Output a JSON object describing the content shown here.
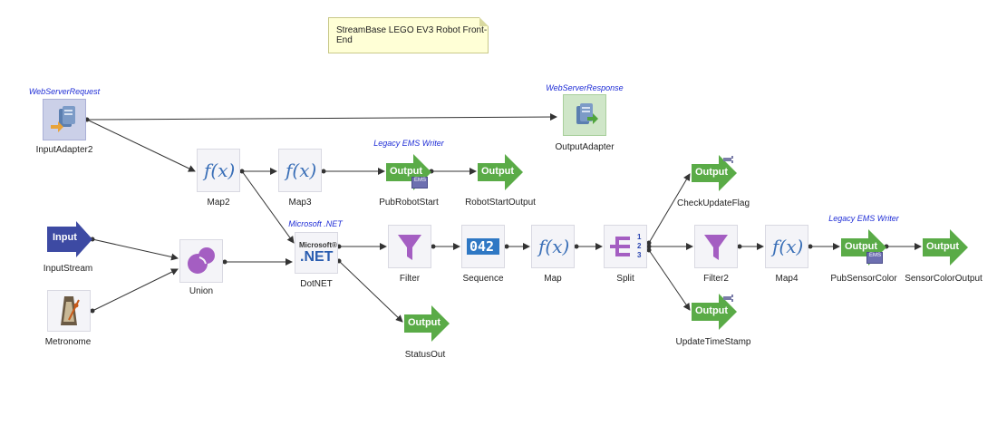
{
  "note": {
    "text": "StreamBase LEGO EV3 Robot Front-End"
  },
  "colors": {
    "output_green": "#5aab47",
    "input_blue": "#3d4aa3",
    "filter_purple": "#a45ec2",
    "annotation_blue": "#1f2dd6",
    "connector": "#333333"
  },
  "nodes": {
    "input_adapter": {
      "label": "InputAdapter2",
      "annotation": "WebServerRequest",
      "icon": "server-inbound-icon"
    },
    "output_adapter": {
      "label": "OutputAdapter",
      "annotation": "WebServerResponse",
      "icon": "server-outbound-icon"
    },
    "map2": {
      "label": "Map2",
      "icon": "function-icon",
      "symbol": "f(x)"
    },
    "map3": {
      "label": "Map3",
      "icon": "function-icon",
      "symbol": "f(x)"
    },
    "pub_robot_start": {
      "label": "PubRobotStart",
      "annotation": "Legacy EMS Writer",
      "text": "Output",
      "badge": "EMS"
    },
    "robot_start_output": {
      "label": "RobotStartOutput",
      "text": "Output"
    },
    "input_stream": {
      "label": "InputStream",
      "text": "Input"
    },
    "metronome": {
      "label": "Metronome",
      "icon": "metronome-icon"
    },
    "union": {
      "label": "Union",
      "icon": "union-icon"
    },
    "dotnet": {
      "label": "DotNET",
      "annotation": "Microsoft .NET",
      "brand_small": "Microsoft®",
      "brand_big": ".NET"
    },
    "filter": {
      "label": "Filter",
      "icon": "funnel-icon"
    },
    "sequence": {
      "label": "Sequence",
      "icon": "sequence-icon",
      "digits": "042"
    },
    "map": {
      "label": "Map",
      "icon": "function-icon",
      "symbol": "f(x)"
    },
    "split": {
      "label": "Split",
      "icon": "split-icon",
      "ports": [
        "1",
        "2",
        "3"
      ]
    },
    "filter2": {
      "label": "Filter2",
      "icon": "funnel-icon"
    },
    "map4": {
      "label": "Map4",
      "icon": "function-icon",
      "symbol": "f(x)"
    },
    "pub_sensor_color": {
      "label": "PubSensorColor",
      "annotation": "Legacy EMS Writer",
      "text": "Output",
      "badge": "EMS"
    },
    "sensor_color_output": {
      "label": "SensorColorOutput",
      "text": "Output"
    },
    "status_out": {
      "label": "StatusOut",
      "text": "Output"
    },
    "check_update_flag": {
      "label": "CheckUpdateFlag",
      "text": "Output"
    },
    "update_time_stamp": {
      "label": "UpdateTimeStamp",
      "text": "Output"
    }
  }
}
